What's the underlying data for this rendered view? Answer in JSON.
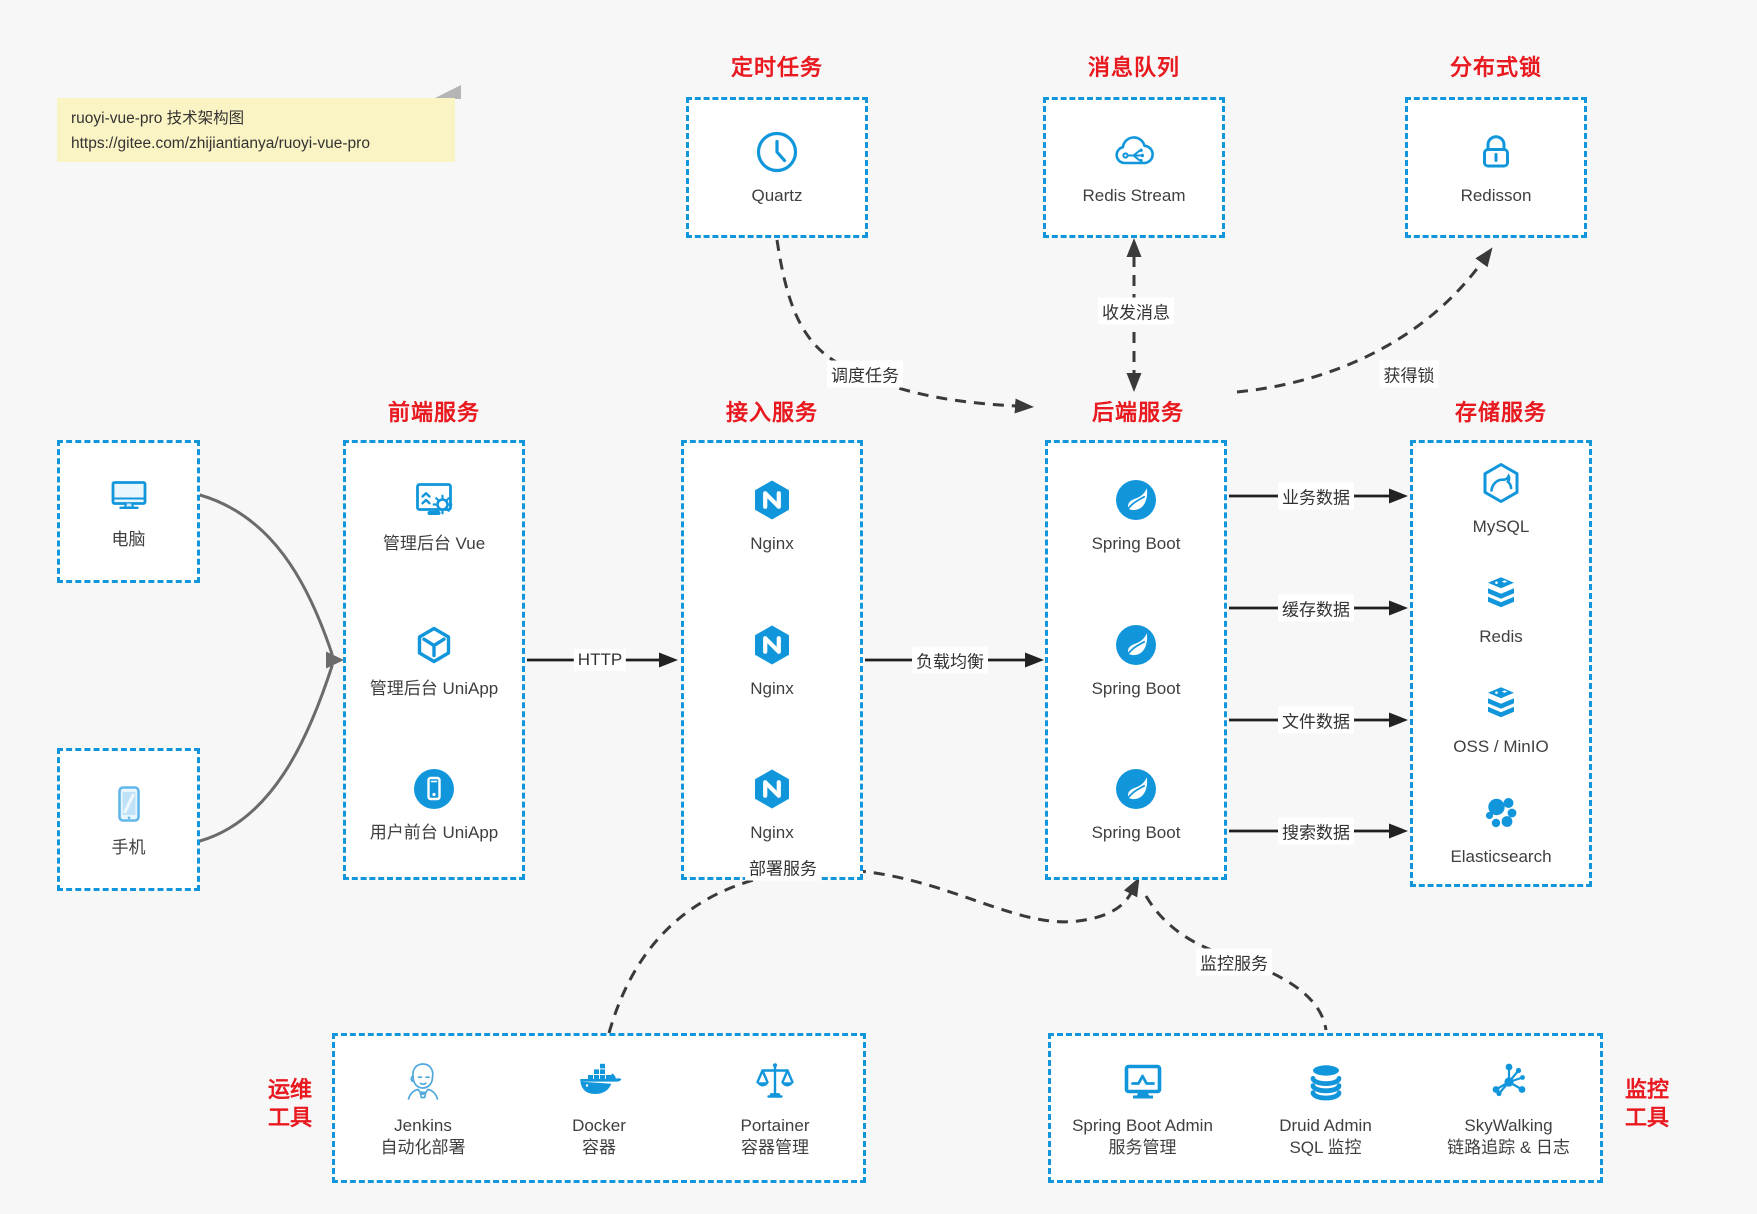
{
  "colors": {
    "accent_blue": "#1296db",
    "title_red": "#e8191f",
    "note_yellow": "#faf3c3",
    "canvas_bg": "#f7f7f8",
    "wire_dark": "#3a3a3a"
  },
  "note": {
    "line1": "ruoyi-vue-pro 技术架构图",
    "line2": "https://gitee.com/zhijiantianya/ruoyi-vue-pro"
  },
  "groups": {
    "scheduler": {
      "title": "定时任务",
      "items": [
        {
          "icon": "clock-icon",
          "label": "Quartz"
        }
      ]
    },
    "mq": {
      "title": "消息队列",
      "items": [
        {
          "icon": "cloud-network-icon",
          "label": "Redis Stream"
        }
      ]
    },
    "lock": {
      "title": "分布式锁",
      "items": [
        {
          "icon": "lock-icon",
          "label": "Redisson"
        }
      ]
    },
    "clients": {
      "items": [
        {
          "icon": "desktop-icon",
          "label": "电脑"
        },
        {
          "icon": "phone-icon",
          "label": "手机"
        }
      ]
    },
    "frontend": {
      "title": "前端服务",
      "items": [
        {
          "icon": "admin-vue-icon",
          "label": "管理后台 Vue"
        },
        {
          "icon": "cube-icon",
          "label": "管理后台 UniApp"
        },
        {
          "icon": "app-circle-icon",
          "label": "用户前台 UniApp"
        }
      ]
    },
    "gateway": {
      "title": "接入服务",
      "items": [
        {
          "icon": "nginx-icon",
          "label": "Nginx"
        },
        {
          "icon": "nginx-icon",
          "label": "Nginx"
        },
        {
          "icon": "nginx-icon",
          "label": "Nginx"
        }
      ]
    },
    "backend": {
      "title": "后端服务",
      "items": [
        {
          "icon": "spring-icon",
          "label": "Spring Boot"
        },
        {
          "icon": "spring-icon",
          "label": "Spring Boot"
        },
        {
          "icon": "spring-icon",
          "label": "Spring Boot"
        }
      ]
    },
    "storage": {
      "title": "存储服务",
      "items": [
        {
          "icon": "mysql-icon",
          "label": "MySQL"
        },
        {
          "icon": "redis-stack-icon",
          "label": "Redis"
        },
        {
          "icon": "redis-stack-icon",
          "label": "OSS / MinIO"
        },
        {
          "icon": "elasticsearch-icon",
          "label": "Elasticsearch"
        }
      ]
    },
    "ops": {
      "title_lines": [
        "运维",
        "工具"
      ],
      "items": [
        {
          "icon": "jenkins-icon",
          "label": "Jenkins",
          "sublabel": "自动化部署"
        },
        {
          "icon": "docker-icon",
          "label": "Docker",
          "sublabel": "容器"
        },
        {
          "icon": "portainer-icon",
          "label": "Portainer",
          "sublabel": "容器管理"
        }
      ]
    },
    "monitor": {
      "title_lines": [
        "监控",
        "工具"
      ],
      "items": [
        {
          "icon": "sba-icon",
          "label": "Spring Boot Admin",
          "sublabel": "服务管理"
        },
        {
          "icon": "druid-icon",
          "label": "Druid Admin",
          "sublabel": "SQL 监控"
        },
        {
          "icon": "skywalking-icon",
          "label": "SkyWalking",
          "sublabel": "链路追踪 & 日志"
        }
      ]
    }
  },
  "edges": {
    "http": {
      "label": "HTTP",
      "from": "前端服务",
      "to": "接入服务"
    },
    "load_balance": {
      "label": "负载均衡",
      "from": "接入服务",
      "to": "后端服务"
    },
    "business": {
      "label": "业务数据",
      "from": "后端服务",
      "to": "MySQL"
    },
    "cache": {
      "label": "缓存数据",
      "from": "后端服务",
      "to": "Redis"
    },
    "file": {
      "label": "文件数据",
      "from": "后端服务",
      "to": "OSS / MinIO"
    },
    "search": {
      "label": "搜索数据",
      "from": "后端服务",
      "to": "Elasticsearch"
    },
    "schedule": {
      "label": "调度任务",
      "from": "Quartz",
      "to": "后端服务"
    },
    "messaging": {
      "label": "收发消息",
      "from": "Redis Stream",
      "to": "后端服务"
    },
    "get_lock": {
      "label": "获得锁",
      "from": "后端服务",
      "to": "Redisson"
    },
    "deploy": {
      "label": "部署服务",
      "from": "运维工具",
      "to": "后端服务"
    },
    "monitoring": {
      "label": "监控服务",
      "from": "监控工具",
      "to": "后端服务"
    }
  }
}
